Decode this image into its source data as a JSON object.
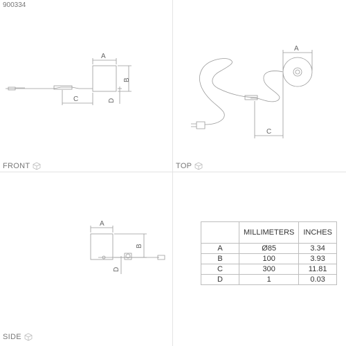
{
  "product_code": "900334",
  "views": {
    "front": "FRONT",
    "top": "TOP",
    "side": "SIDE"
  },
  "dimension_letters": {
    "a": "A",
    "b": "B",
    "c": "C",
    "d": "D"
  },
  "table": {
    "headers": [
      "",
      "MILLIMETERS",
      "INCHES"
    ],
    "rows": [
      [
        "A",
        "Ø85",
        "3.34"
      ],
      [
        "B",
        "100",
        "3.93"
      ],
      [
        "C",
        "300",
        "11.81"
      ],
      [
        "D",
        "1",
        "0.03"
      ]
    ]
  },
  "icons": {
    "view_cube": "cube-icon"
  },
  "colors": {
    "line": "#9a9a9a",
    "divider": "#e3e3e3",
    "text": "#555555"
  }
}
